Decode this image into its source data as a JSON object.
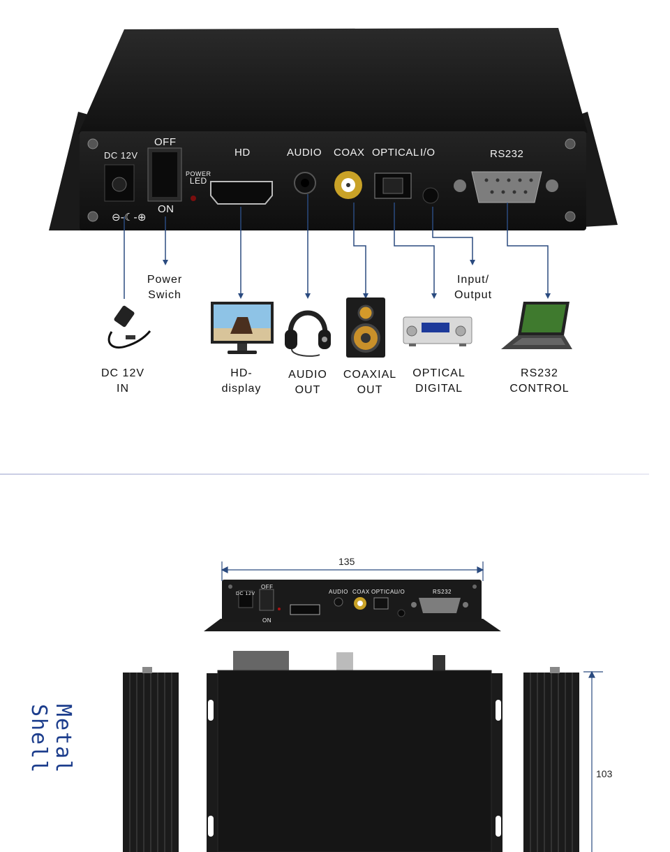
{
  "device": {
    "port_labels": {
      "dc": "DC 12V",
      "off": "OFF",
      "on": "ON",
      "power_led": "POWER LED",
      "power_led_line1": "POWER",
      "power_led_line2": "LED",
      "hd": "HD",
      "audio": "AUDIO",
      "coax": "COAX",
      "optical": "OPTICAL",
      "io": "I/O",
      "rs232": "RS232"
    }
  },
  "callouts": {
    "power_switch": [
      "Power",
      "Swich"
    ],
    "input_output": [
      "Input/",
      "Output"
    ]
  },
  "devices_row": [
    {
      "icon": "power-adapter-icon",
      "caption": [
        "DC 12V",
        "IN"
      ]
    },
    {
      "icon": "monitor-icon",
      "caption": [
        "HD-",
        "display"
      ]
    },
    {
      "icon": "headphones-icon",
      "caption": [
        "AUDIO",
        "OUT"
      ]
    },
    {
      "icon": "speaker-icon",
      "caption": [
        "COAXIAL",
        "OUT"
      ]
    },
    {
      "icon": "amplifier-icon",
      "caption": [
        "OPTICAL",
        "DIGITAL"
      ]
    },
    {
      "icon": "laptop-icon",
      "caption": [
        "RS232",
        "CONTROL"
      ]
    }
  ],
  "dimensions": {
    "width": "135",
    "depth": "103",
    "section_title": "Metal Shell"
  },
  "colors": {
    "line_blue": "#2a4a7f",
    "divider": "#c9cde4",
    "title_blue": "#1c3d8c",
    "device_black": "#1b1b1b"
  }
}
